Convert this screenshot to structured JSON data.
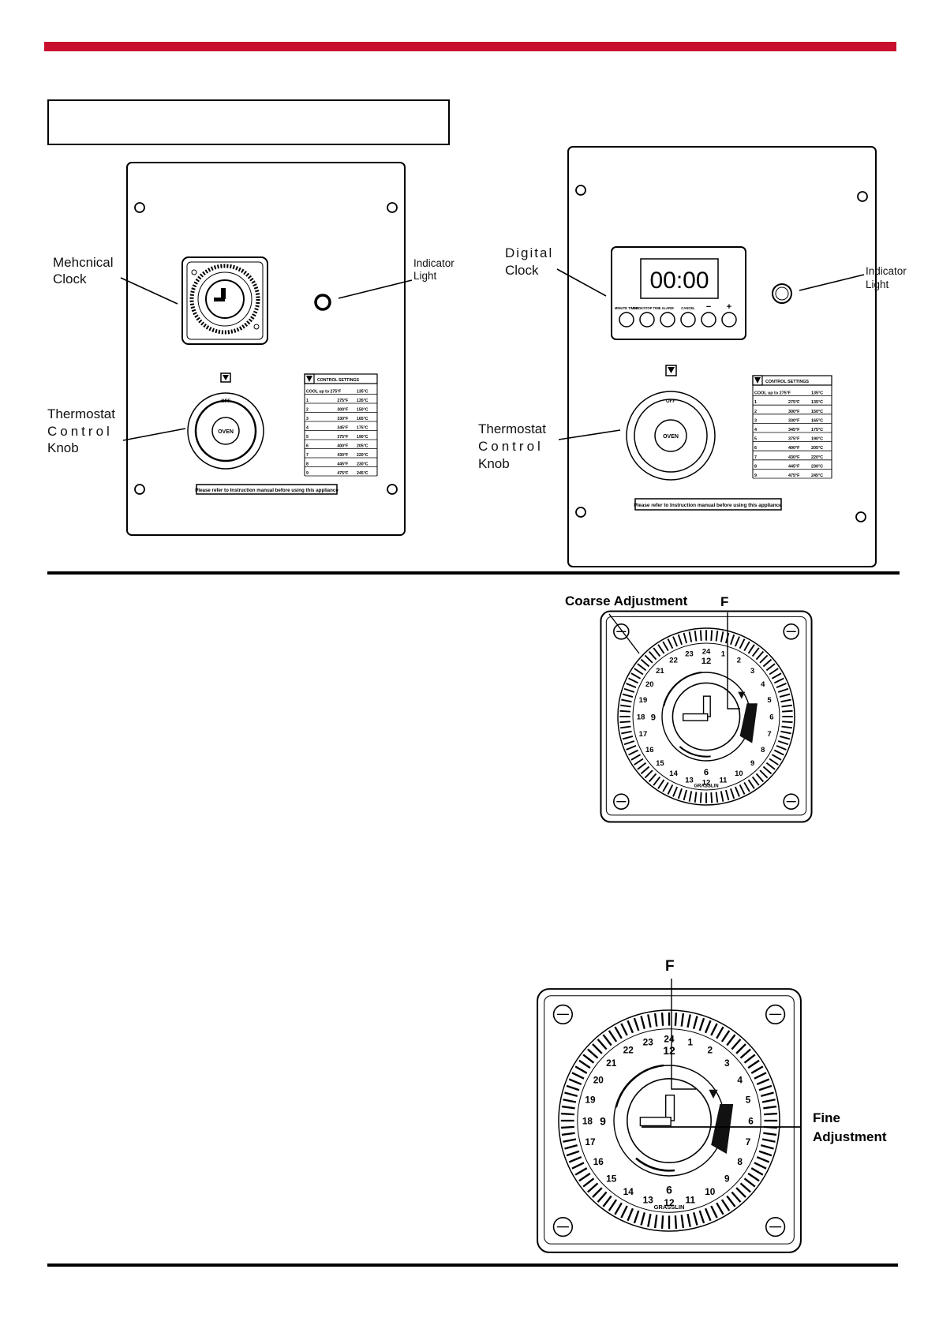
{
  "colors": {
    "brand_rule": "#c8102e"
  },
  "panel_mechanical": {
    "clock_label": [
      "Mehcnical",
      "Clock"
    ],
    "indicator_label": [
      "Indicator",
      "Light"
    ],
    "knob_label": [
      "Thermostat",
      "Control",
      "Knob"
    ],
    "knob_center": "OVEN",
    "knob_off": "OFF",
    "settings_title": "CONTROL SETTINGS",
    "settings_rows": [
      [
        "COOL up to 275°F",
        "135°C"
      ],
      [
        "1",
        "275°F",
        "135°C"
      ],
      [
        "2",
        "300°F",
        "150°C"
      ],
      [
        "3",
        "330°F",
        "165°C"
      ],
      [
        "4",
        "345°F",
        "175°C"
      ],
      [
        "5",
        "375°F",
        "190°C"
      ],
      [
        "6",
        "400°F",
        "205°C"
      ],
      [
        "7",
        "430°F",
        "220°C"
      ],
      [
        "8",
        "445°F",
        "230°C"
      ],
      [
        "9",
        "475°F",
        "245°C"
      ]
    ],
    "notice": "Please refer to Instruction manual before using this appliance"
  },
  "panel_digital": {
    "clock_label": [
      "Digital",
      "Clock"
    ],
    "indicator_label": [
      "Indicator",
      "Light"
    ],
    "knob_label": [
      "Thermostat",
      "Control",
      "Knob"
    ],
    "display": "00:00",
    "button_labels": [
      "MINUTE TIMER",
      "COOKSTOP TIME",
      "ALARM",
      "CANCEL",
      "−",
      "+"
    ],
    "knob_center": "OVEN",
    "knob_off": "OFF",
    "settings_title": "CONTROL SETTINGS",
    "settings_rows": [
      [
        "COOL up to 275°F",
        "135°C"
      ],
      [
        "1",
        "275°F",
        "135°C"
      ],
      [
        "2",
        "300°F",
        "150°C"
      ],
      [
        "3",
        "330°F",
        "165°C"
      ],
      [
        "4",
        "345°F",
        "175°C"
      ],
      [
        "5",
        "375°F",
        "190°C"
      ],
      [
        "6",
        "400°F",
        "205°C"
      ],
      [
        "7",
        "430°F",
        "220°C"
      ],
      [
        "8",
        "445°F",
        "230°C"
      ],
      [
        "9",
        "475°F",
        "245°C"
      ]
    ],
    "notice": "Please refer to Instruction manual before using this appliance"
  },
  "figure_coarse": {
    "label": "Coarse Adjustment",
    "f_label": "F",
    "inner_numbers": [
      "12",
      "9",
      "6"
    ],
    "dial_numbers": [
      "24",
      "1",
      "2",
      "3",
      "4",
      "5",
      "6",
      "7",
      "8",
      "9",
      "10",
      "11",
      "12",
      "13",
      "14",
      "15",
      "16",
      "17",
      "18",
      "19",
      "20",
      "21",
      "22",
      "23"
    ],
    "brand": "GRASSLIN"
  },
  "figure_fine": {
    "f_label": "F",
    "label": [
      "Fine",
      "Adjustment"
    ],
    "inner_numbers": [
      "12",
      "9",
      "6"
    ],
    "dial_numbers": [
      "24",
      "1",
      "2",
      "3",
      "4",
      "5",
      "6",
      "7",
      "8",
      "9",
      "10",
      "11",
      "12",
      "13",
      "14",
      "15",
      "16",
      "17",
      "18",
      "19",
      "20",
      "21",
      "22",
      "23"
    ],
    "brand": "GRASSLIN"
  }
}
